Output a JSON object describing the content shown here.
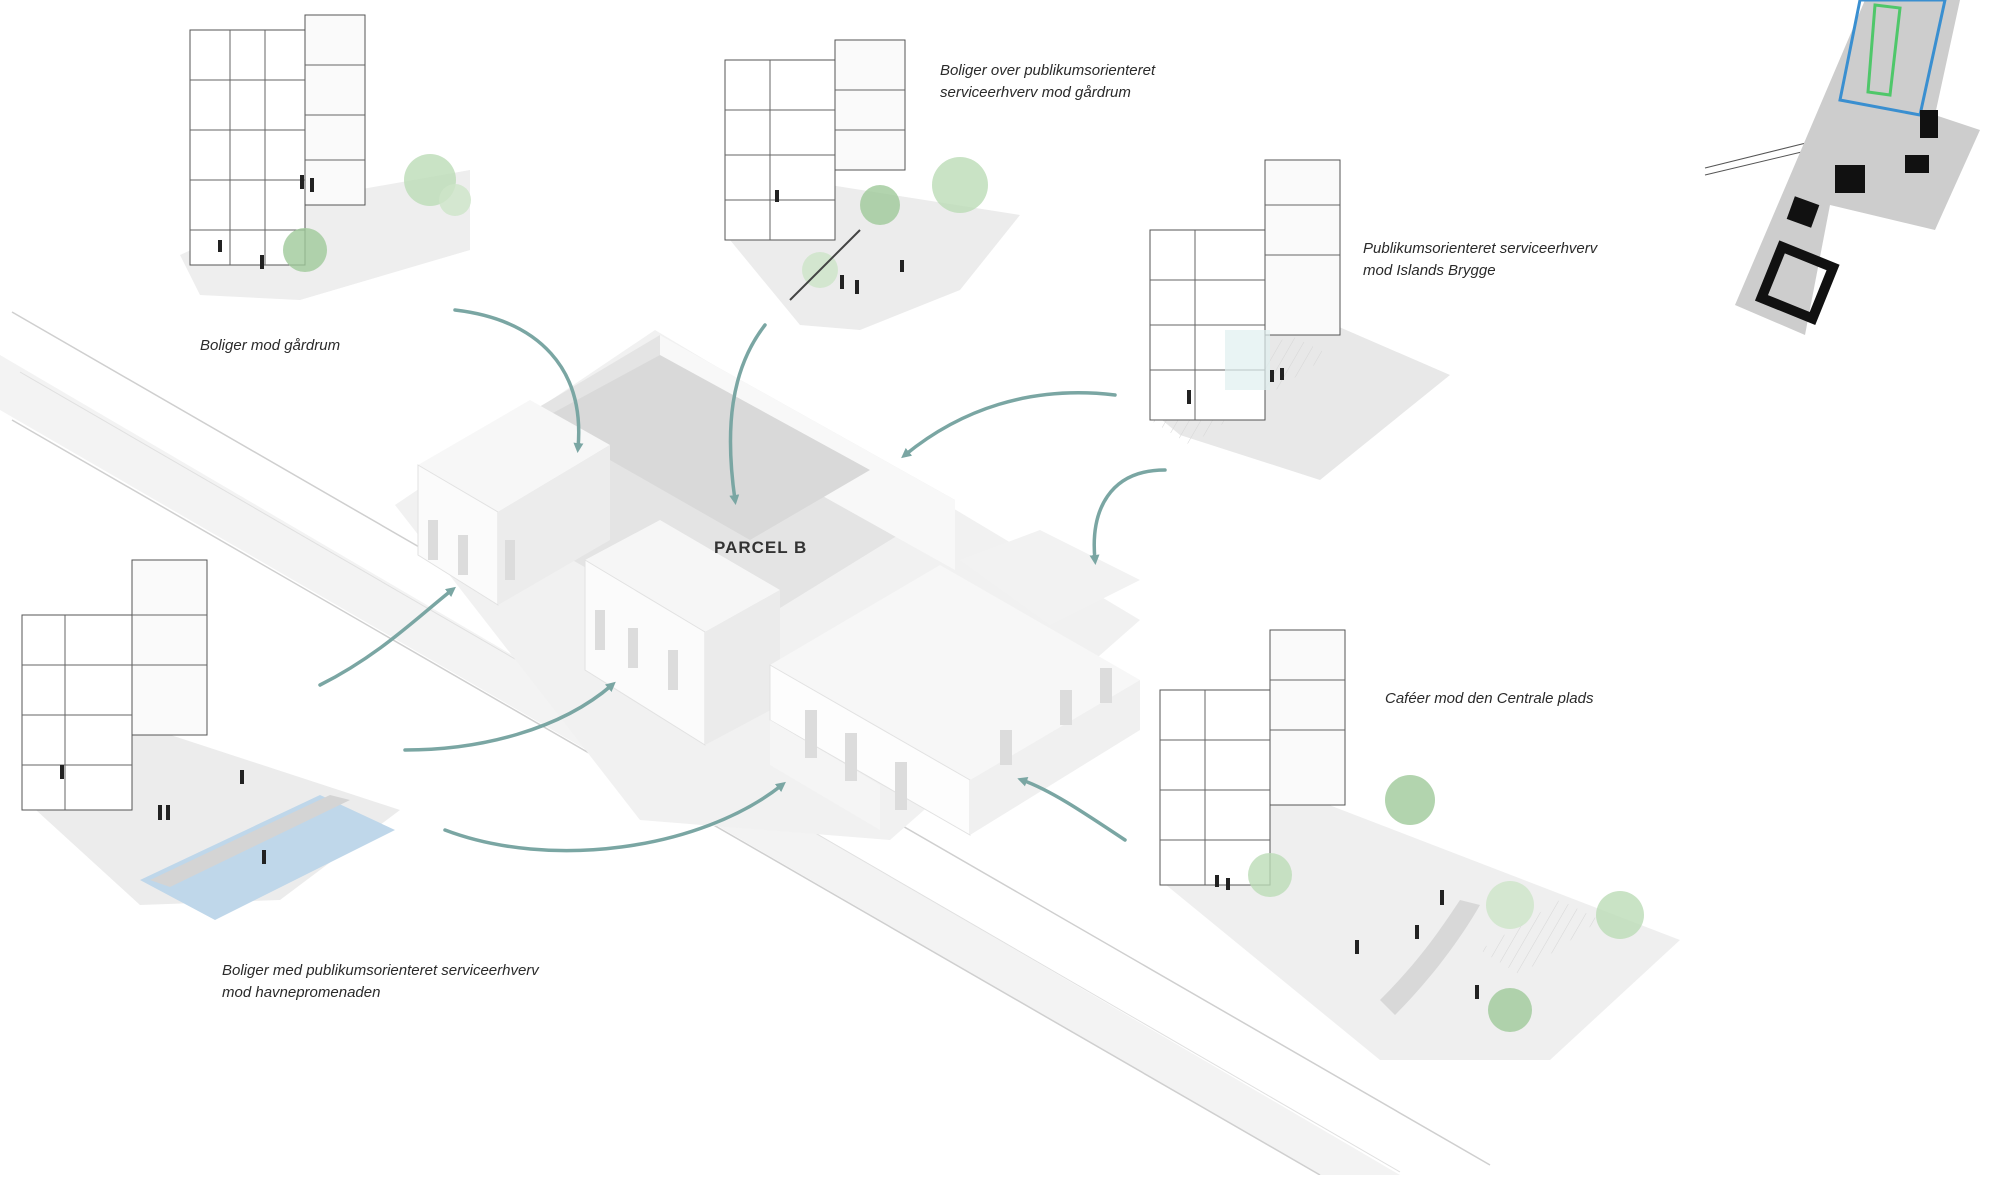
{
  "diagram": {
    "main_label": "PARCEL B",
    "vignettes": [
      {
        "id": "courtyard-housing",
        "lines": [
          "Boliger mod gårdrum"
        ]
      },
      {
        "id": "service-over-courtyard",
        "lines": [
          "Boliger over publikumsorienteret",
          "serviceerhverv mod gårdrum"
        ]
      },
      {
        "id": "service-islands-brygge",
        "lines": [
          "Publikumsorienteret serviceerhverv",
          "mod Islands Brygge"
        ]
      },
      {
        "id": "harbour-promenade",
        "lines": [
          "Boliger med publikumsorienteret serviceerhverv",
          "mod havnepromenaden"
        ]
      },
      {
        "id": "cafes-central-square",
        "lines": [
          "Caféer mod den Centrale plads"
        ]
      }
    ],
    "colors": {
      "arrow": "#7aa6a3",
      "building": "#f4f4f4",
      "building_shade": "#e6e6e6",
      "greenery": "#9fc99a",
      "water": "#bfd7ea",
      "ink": "#333333",
      "highlight_blue": "#3a8fd0",
      "highlight_green": "#4fc76a"
    }
  }
}
